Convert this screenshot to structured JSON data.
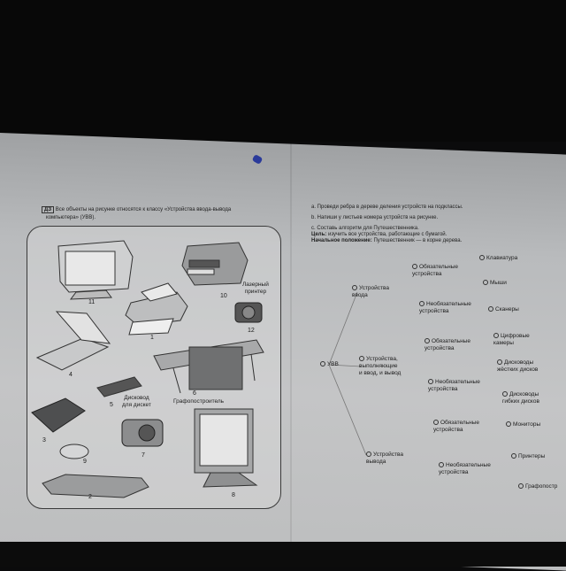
{
  "left_page": {
    "task_number": "ДЗ",
    "task_text_line1": "Все объекты на рисунке относятся к классу «Устройства ввода-вывода",
    "task_text_line2": "компьютера» (УВВ).",
    "devices": [
      {
        "num": "11"
      },
      {
        "num": "10",
        "label": "Лазерный\nпринтер"
      },
      {
        "num": "1"
      },
      {
        "num": "12"
      },
      {
        "num": "4"
      },
      {
        "num": "5",
        "label": "Дисковод\nдля дискет"
      },
      {
        "num": "6",
        "label": "Графопостроитель"
      },
      {
        "num": "3"
      },
      {
        "num": "9"
      },
      {
        "num": "7"
      },
      {
        "num": "2"
      },
      {
        "num": "8"
      }
    ]
  },
  "right_page": {
    "instr_a": "а. Проведи ребра в дереве деления устройств на подклассы.",
    "instr_b": "b. Напиши у листьев номера устройств на рисунке.",
    "instr_c": "c. Составь алгоритм для Путешественника.",
    "goal_label": "Цель:",
    "goal_text": "изучить все устройства, работающие с бумагой.",
    "start_label": "Начальное положение:",
    "start_text": "Путешественник — в корне дерева.",
    "tree": {
      "root": "УВВ",
      "n_input": "Устройства\nввода",
      "n_io": "Устройства,\nвыполняющие\nи ввод, и вывод",
      "n_output": "Устройства\nвывода",
      "req1": "Обязательные\nустройства",
      "opt1": "Необязательные\nустройства",
      "req2": "Обязательные\nустройства",
      "opt2": "Необязательные\nустройства",
      "req3": "Обязательные\nустройства",
      "opt3": "Необязательные\nустройства",
      "l_keyboard": "Клавиатура",
      "l_mouse": "Мыши",
      "l_scanners": "Сканеры",
      "l_cameras": "Цифровые\nкамеры",
      "l_hdd": "Дисководы\nжёстких дисков",
      "l_fdd": "Дисководы\nгибких дисков",
      "l_monitors": "Мониторы",
      "l_printers": "Принтеры",
      "l_plotter": "Графопостр"
    }
  }
}
